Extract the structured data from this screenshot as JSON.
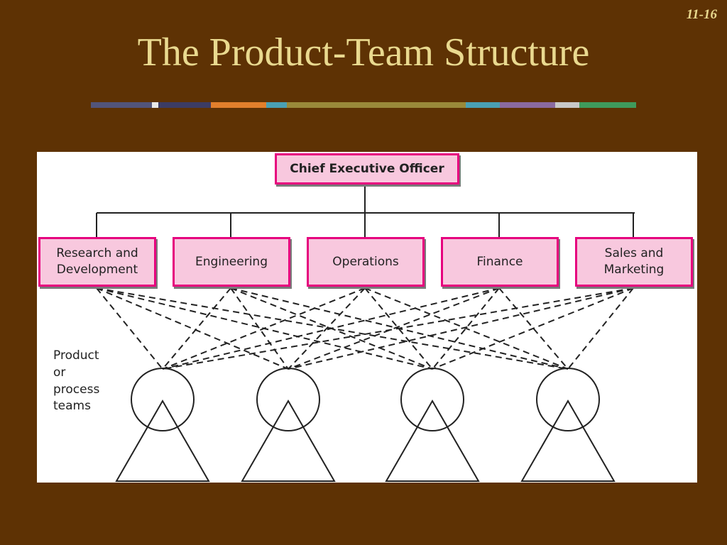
{
  "slide": {
    "number": "11-16",
    "title": "The Product-Team Structure"
  },
  "theme": {
    "background": "#5e3204",
    "title_color": "#e9d98f",
    "box_fill": "#f8c8de",
    "box_border": "#e6007e",
    "title_bar_colors": [
      "#52547a",
      "#e8e8e8",
      "#3c3c64",
      "#e2802c",
      "#4aa0b4",
      "#9a8a3a",
      "#4aa0b4",
      "#8a6aa0",
      "#c8c8c8",
      "#3f9b5c"
    ]
  },
  "diagram": {
    "ceo": "Chief Executive Officer",
    "departments": [
      "Research and\nDevelopment",
      "Engineering",
      "Operations",
      "Finance",
      "Sales and\nMarketing"
    ],
    "teams_label": "Product\nor\nprocess\nteams",
    "team_count": 4
  }
}
